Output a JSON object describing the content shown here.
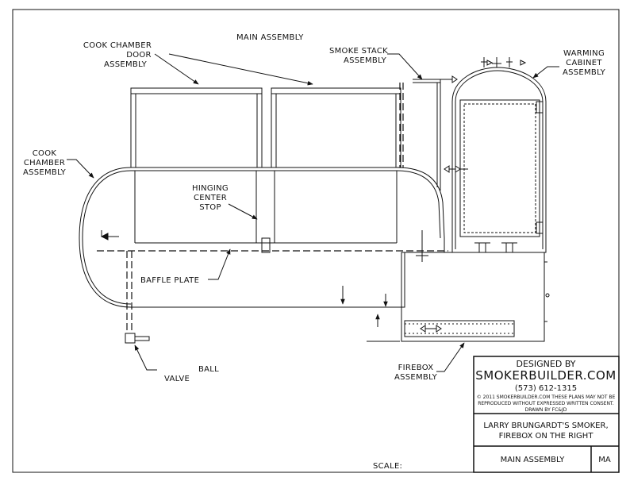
{
  "labels": {
    "main_assembly": "MAIN ASSEMBLY",
    "cook_chamber_door": [
      "COOK CHAMBER",
      "DOOR",
      "ASSEMBLY"
    ],
    "smoke_stack": [
      "SMOKE STACK",
      "ASSEMBLY"
    ],
    "warming_cabinet": [
      "WARMING",
      "CABINET",
      "ASSEMBLY"
    ],
    "cook_chamber": [
      "COOK",
      "CHAMBER",
      "ASSEMBLY"
    ],
    "hinging_center_stop": [
      "HINGING",
      "CENTER",
      "STOP"
    ],
    "baffle_plate": "BAFFLE PLATE",
    "ball_valve": [
      "BALL",
      "VALVE"
    ],
    "firebox": [
      "FIREBOX",
      "ASSEMBLY"
    ],
    "scale": "SCALE:"
  },
  "title_block": {
    "designed_by": "DESIGNED BY",
    "brand": "SMOKERBUILDER.COM",
    "phone": "(573) 612-1315",
    "copyright": [
      "© 2011 SMOKERBUILDER.COM THESE PLANS MAY NOT BE",
      "REPRODUCED WITHOUT EXPRESSED WRITTEN CONSENT.",
      "DRAWN BY FC&JD"
    ],
    "project": [
      "LARRY BRUNGARDT'S SMOKER,",
      "FIREBOX ON THE RIGHT"
    ],
    "sheet_title": "MAIN ASSEMBLY",
    "sheet_code": "MA"
  }
}
